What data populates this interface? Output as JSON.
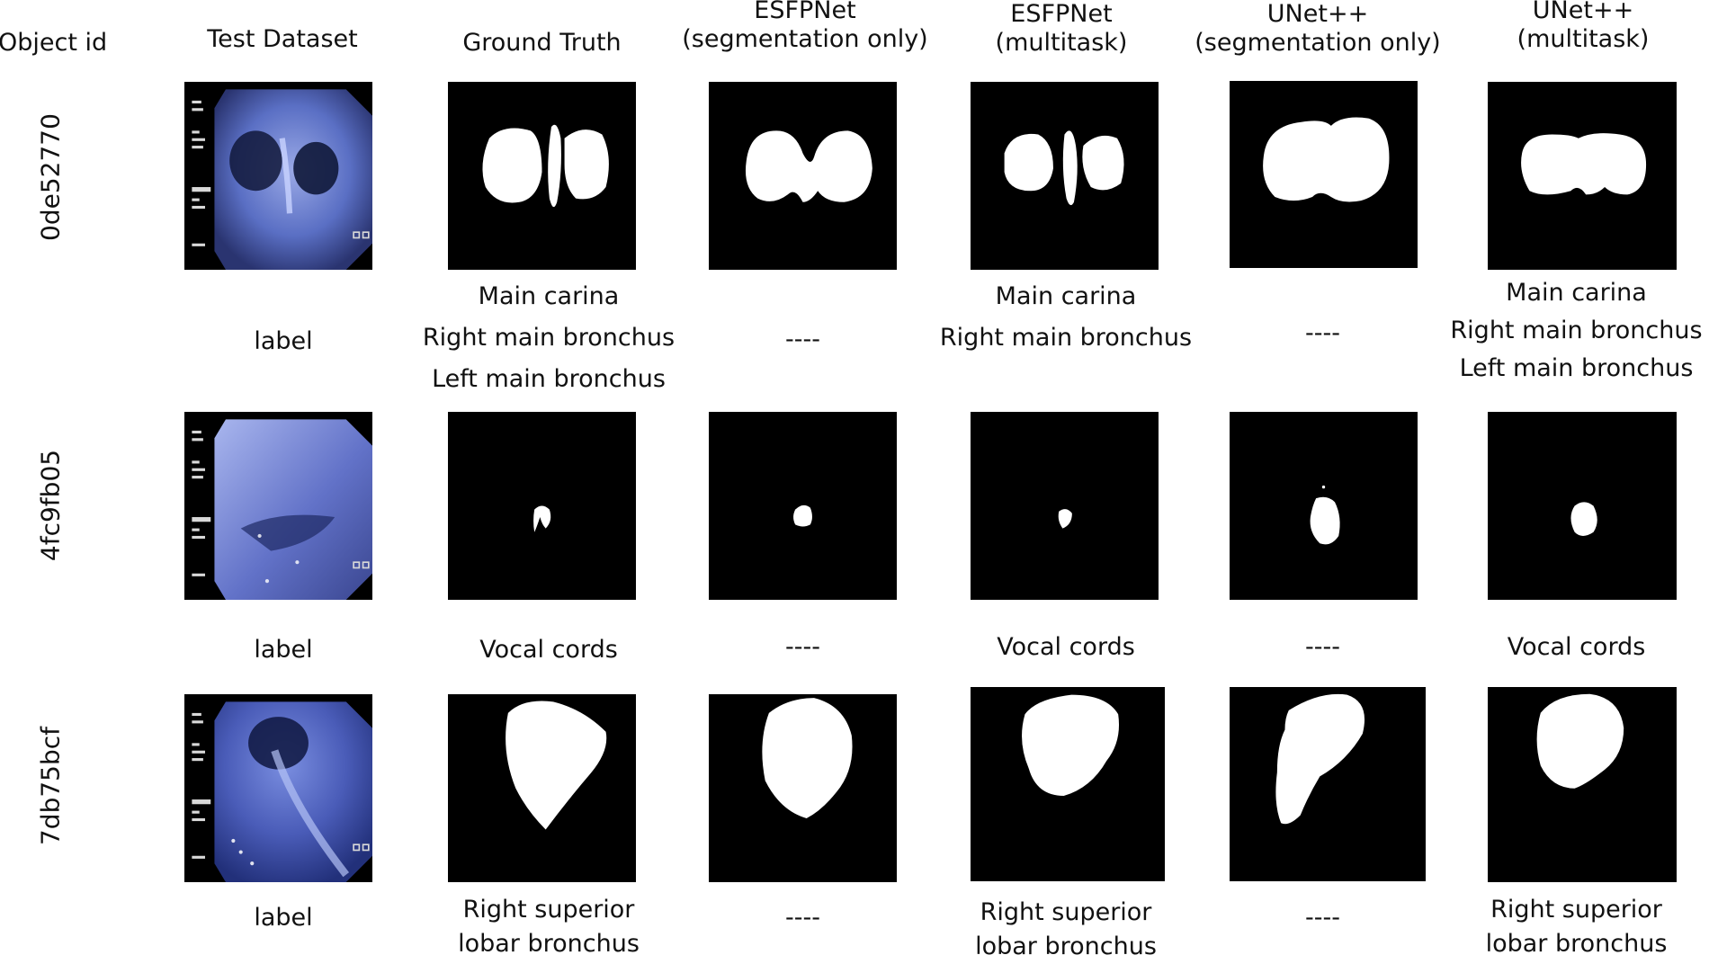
{
  "headers": {
    "object_id": "Object id",
    "test_dataset": "Test Dataset",
    "ground_truth": "Ground Truth",
    "esfp_seg": [
      "ESFPNet",
      "(segmentation only)"
    ],
    "esfp_multi": [
      "ESFPNet",
      "(multitask)"
    ],
    "unet_seg": [
      "UNet++",
      "(segmentation only)"
    ],
    "unet_multi": [
      "UNet++",
      "(multitask)"
    ]
  },
  "rows": [
    {
      "id": "0de52770",
      "label_word": "label",
      "ground_truth": [
        "Main carina",
        "Right main bronchus",
        "Left main bronchus"
      ],
      "esfp_seg": [
        "----"
      ],
      "esfp_multi": [
        "Main carina",
        "Right main bronchus"
      ],
      "unet_seg": [
        "----"
      ],
      "unet_multi": [
        "Main carina",
        "Right main bronchus",
        "Left main bronchus"
      ]
    },
    {
      "id": "4fc9fb05",
      "label_word": "label",
      "ground_truth": [
        "Vocal cords"
      ],
      "esfp_seg": [
        "----"
      ],
      "esfp_multi": [
        "Vocal cords"
      ],
      "unet_seg": [
        "----"
      ],
      "unet_multi": [
        "Vocal cords"
      ]
    },
    {
      "id": "7db75bcf",
      "label_word": "label",
      "ground_truth": [
        "Right superior",
        "lobar bronchus"
      ],
      "esfp_seg": [
        "----"
      ],
      "esfp_multi": [
        "Right superior",
        "lobar bronchus"
      ],
      "unet_seg": [
        "----"
      ],
      "unet_multi": [
        "Right superior",
        "lobar bronchus"
      ]
    }
  ],
  "colors": {
    "background": "#ffffff",
    "mask_background": "#000000",
    "mask_foreground": "#ffffff",
    "endoscopy_tint": "#5a6fc4"
  }
}
